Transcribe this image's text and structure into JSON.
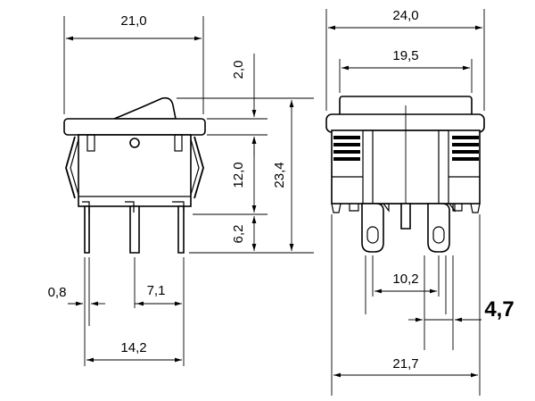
{
  "side_view": {
    "overall_width": "21,0",
    "rocker_height": "2,0",
    "housing_height": "12,0",
    "total_height": "23,4",
    "terminal_length": "6,2",
    "terminal_thickness": "0,8",
    "terminal_offset": "7,1",
    "terminal_span": "14,2"
  },
  "front_view": {
    "flange_width": "24,0",
    "rocker_width": "19,5",
    "terminal_pitch": "10,2",
    "terminal_width": "4,7",
    "housing_width": "21,7"
  }
}
